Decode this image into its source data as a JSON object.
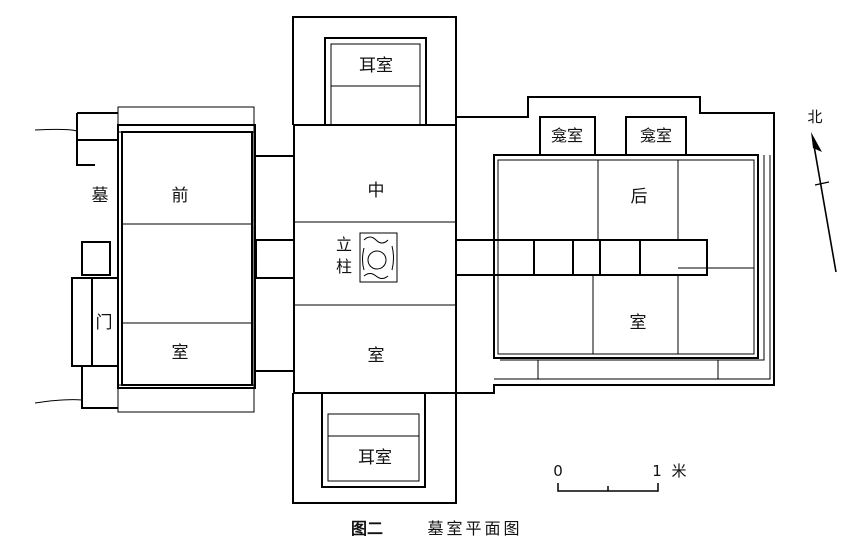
{
  "labels": {
    "tomb_gate_1": "墓",
    "tomb_gate_2": "门",
    "front_room_1": "前",
    "front_room_2": "室",
    "middle_room_1": "中",
    "middle_room_2": "室",
    "pillar_1": "立",
    "pillar_2": "柱",
    "side_room_north": "耳室",
    "side_room_south": "耳室",
    "niche_1": "龛室",
    "niche_2": "龛室",
    "rear_room_1": "后",
    "rear_room_2": "室",
    "north": "北"
  },
  "scale_bar": {
    "start": "0",
    "end": "1",
    "unit": "米"
  },
  "caption": {
    "figure_no": "图二",
    "title": "墓室平面图"
  }
}
